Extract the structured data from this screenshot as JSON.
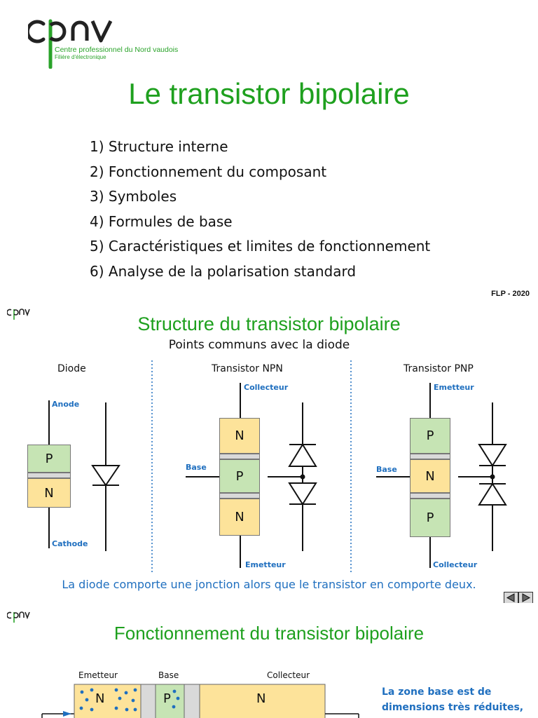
{
  "slide1": {
    "logo_word": "cpnv",
    "logo_line1": "Centre professionnel du Nord vaudois",
    "logo_line2": "Filière d'électronique",
    "title": "Le transistor bipolaire",
    "toc": [
      "1) Structure interne",
      "2) Fonctionnement du composant",
      "3) Symboles",
      "4) Formules de base",
      "5) Caractéristiques et limites de fonctionnement",
      "6) Analyse de la polarisation standard"
    ],
    "footer": "FLP - 2020"
  },
  "slide2": {
    "logo_word": "cpnv",
    "title": "Structure du transistor bipolaire",
    "subtitle": "Points communs avec la diode",
    "columns": {
      "diode": {
        "title": "Diode",
        "top_label": "Anode",
        "bottom_label": "Cathode",
        "layers": [
          "P",
          "N"
        ]
      },
      "npn": {
        "title": "Transistor NPN",
        "top_label": "Collecteur",
        "side_label": "Base",
        "bottom_label": "Emetteur",
        "layers": [
          "N",
          "P",
          "N"
        ]
      },
      "pnp": {
        "title": "Transistor PNP",
        "top_label": "Emetteur",
        "side_label": "Base",
        "bottom_label": "Collecteur",
        "layers": [
          "P",
          "N",
          "P"
        ]
      }
    },
    "caption": "La diode comporte une jonction alors que le transistor en comporte deux."
  },
  "slide3": {
    "logo_word": "cpnv",
    "title": "Fonctionnement du transistor bipolaire",
    "labels": {
      "emitter": "Emetteur",
      "base": "Base",
      "collector": "Collecteur"
    },
    "layers": [
      "N",
      "P",
      "N"
    ],
    "note_lines": [
      "La zone base est de",
      "dimensions très réduites,"
    ]
  },
  "colors": {
    "green": "#1ea01e",
    "blue": "#1f6fbf",
    "p_layer": "#c6e4b4",
    "n_layer": "#fde39a"
  }
}
